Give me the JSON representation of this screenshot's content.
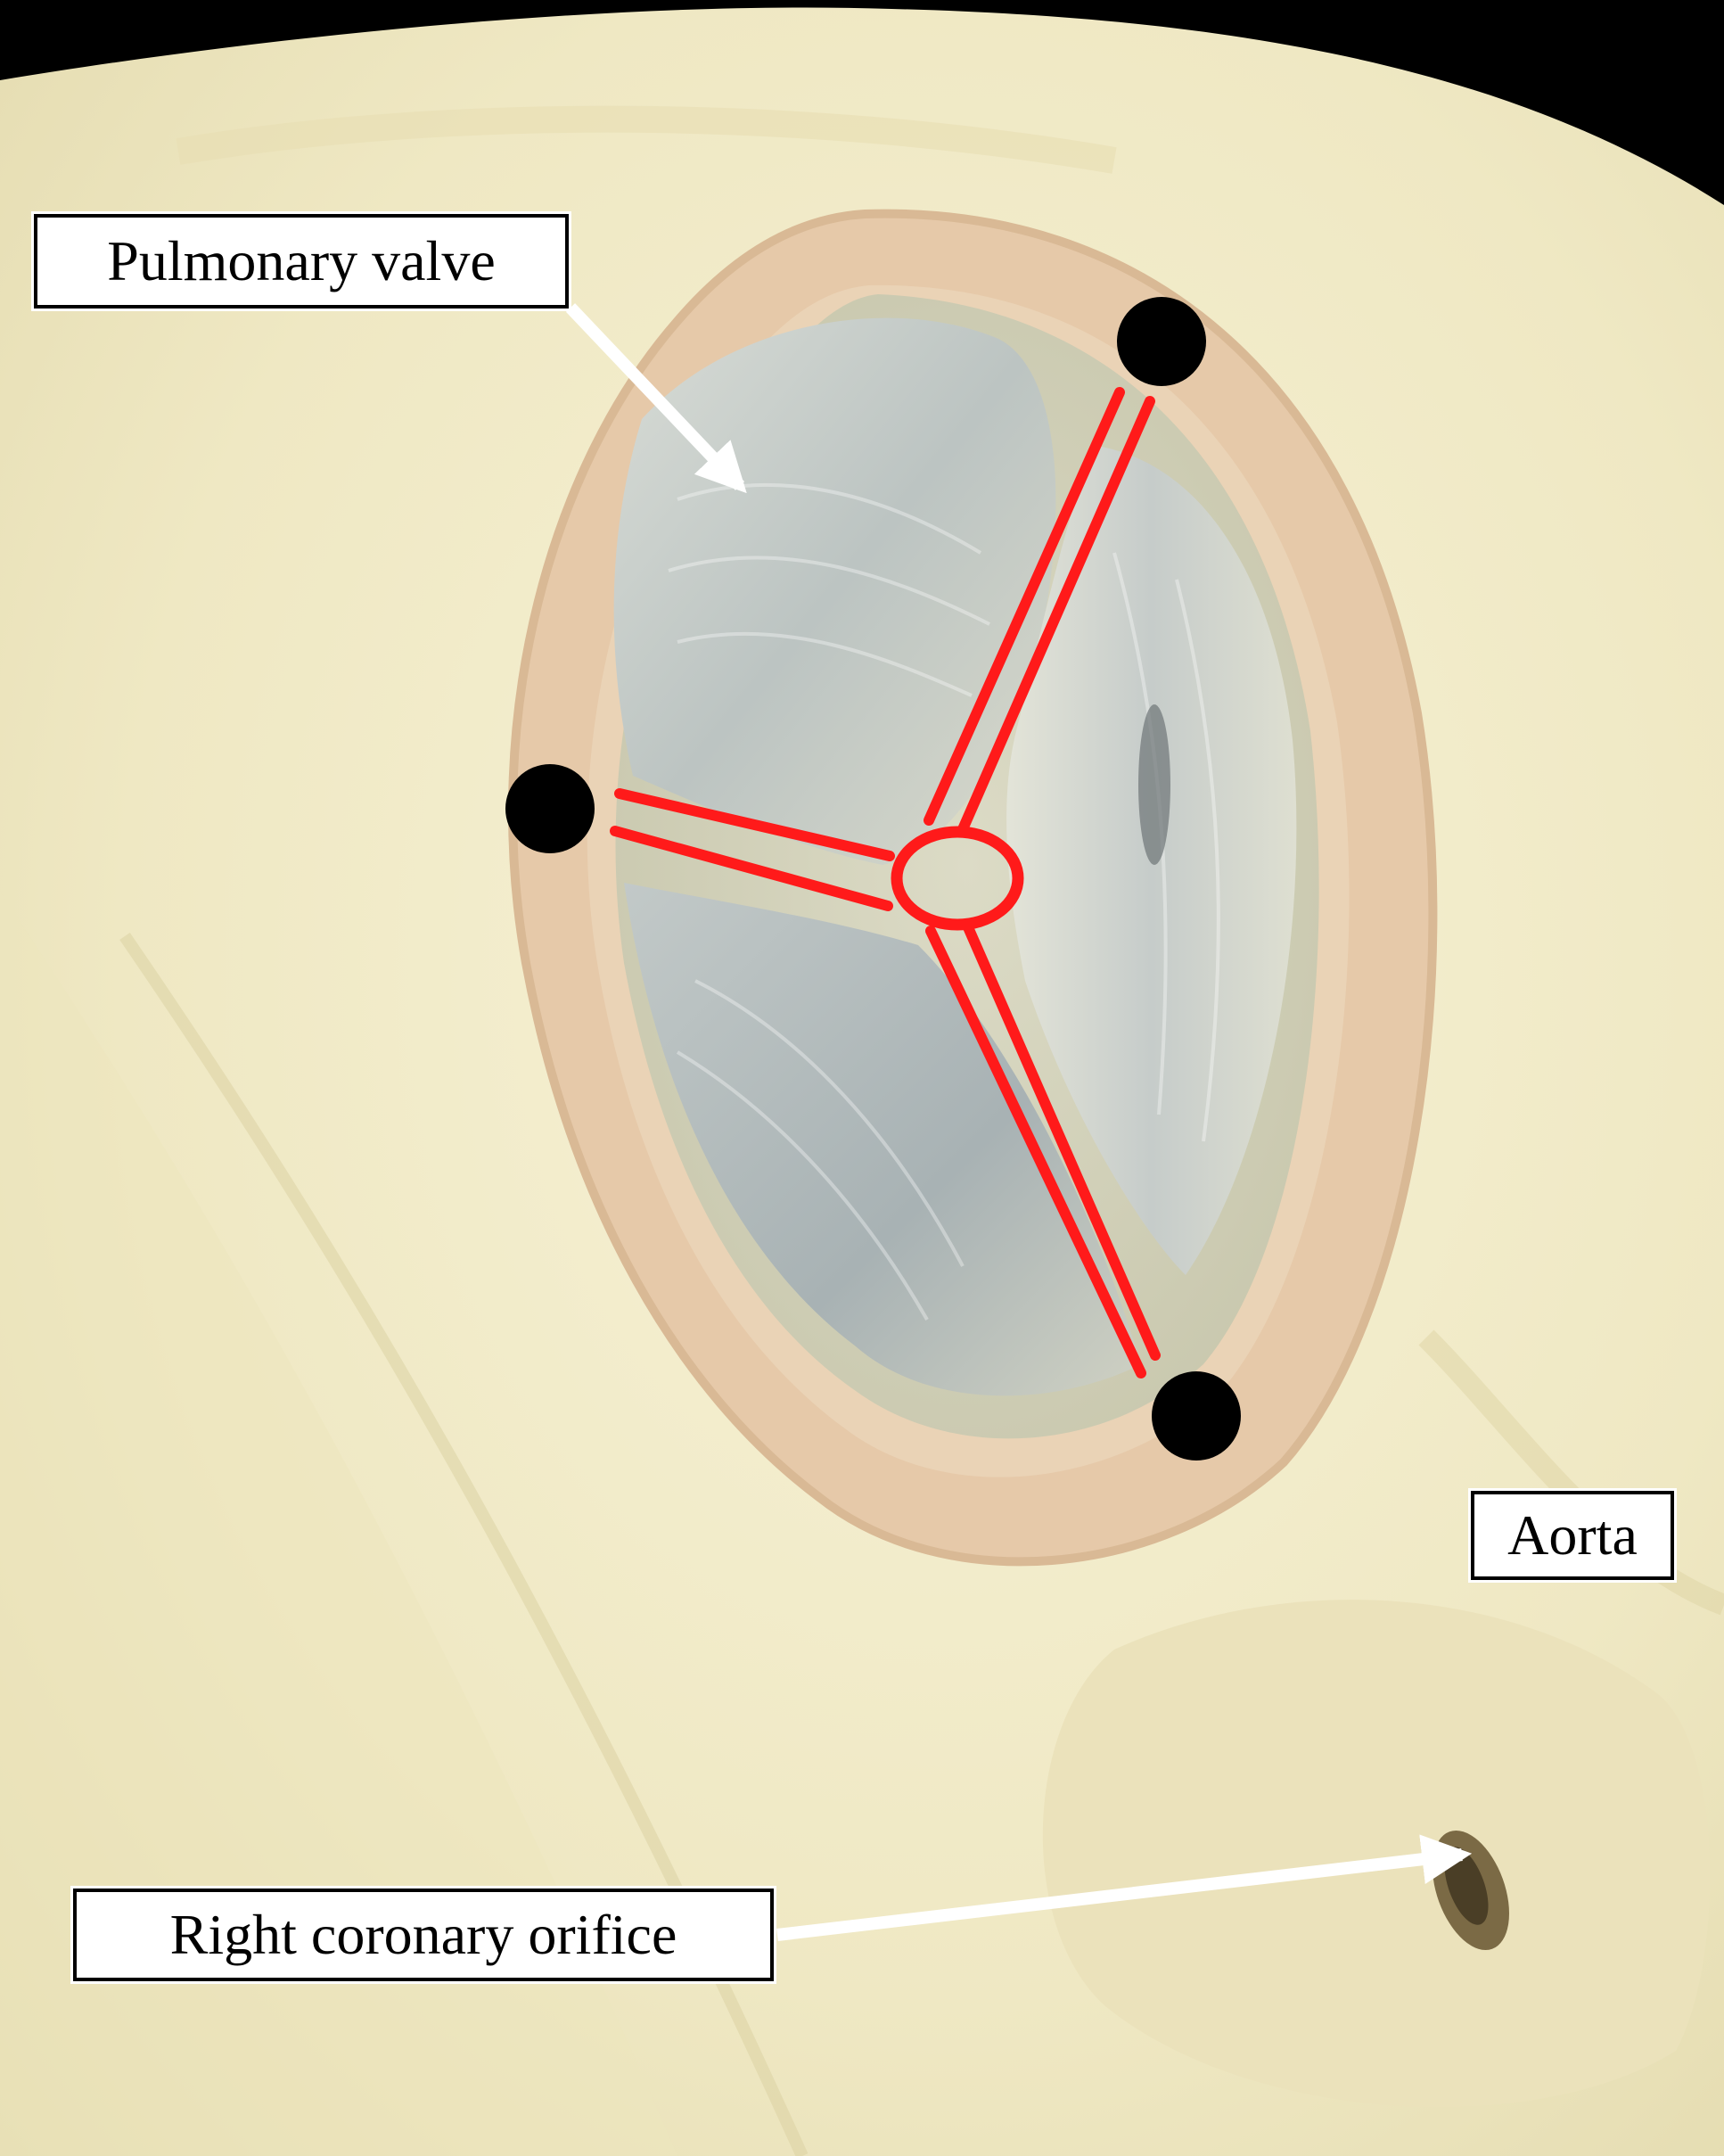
{
  "labels": {
    "pulmonary_valve": "Pulmonary valve",
    "aorta": "Aorta",
    "right_coronary_orifice": "Right coronary orifice"
  },
  "colors": {
    "background": "#000000",
    "tissue": "#f1ecc8",
    "valve_wall": "#e9cfb0",
    "leaflet": "#c9cfc9",
    "annotation_red": "#ff1a1a",
    "commissure_dot": "#000000",
    "arrow": "#ffffff"
  }
}
